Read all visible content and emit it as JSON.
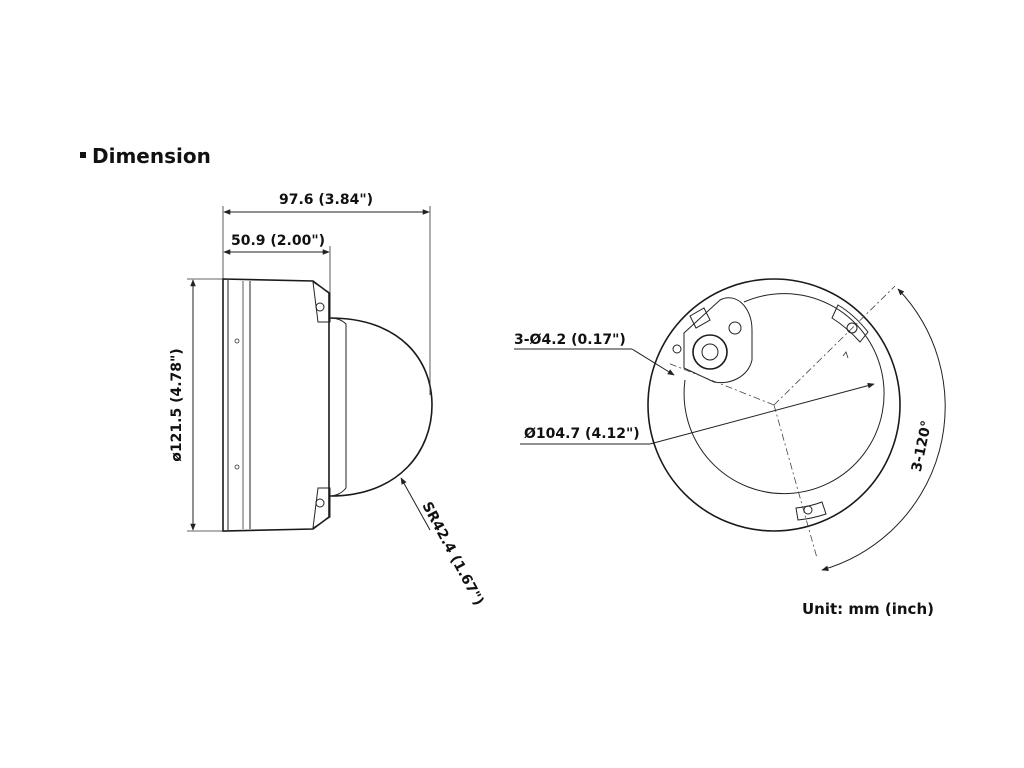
{
  "title": "Dimension",
  "dimensions": {
    "total_depth": "97.6 (3.84\")",
    "base_depth": "50.9 (2.00\")",
    "diameter_outer": "ø121.5 (4.78\")",
    "dome_radius": "SR42.4 (1.67\")",
    "hole_spec": "3-Ø4.2 (0.17\")",
    "mount_diameter": "Ø104.7 (4.12\")",
    "hole_angle": "3-120°"
  },
  "unit_label": "Unit: mm (inch)"
}
